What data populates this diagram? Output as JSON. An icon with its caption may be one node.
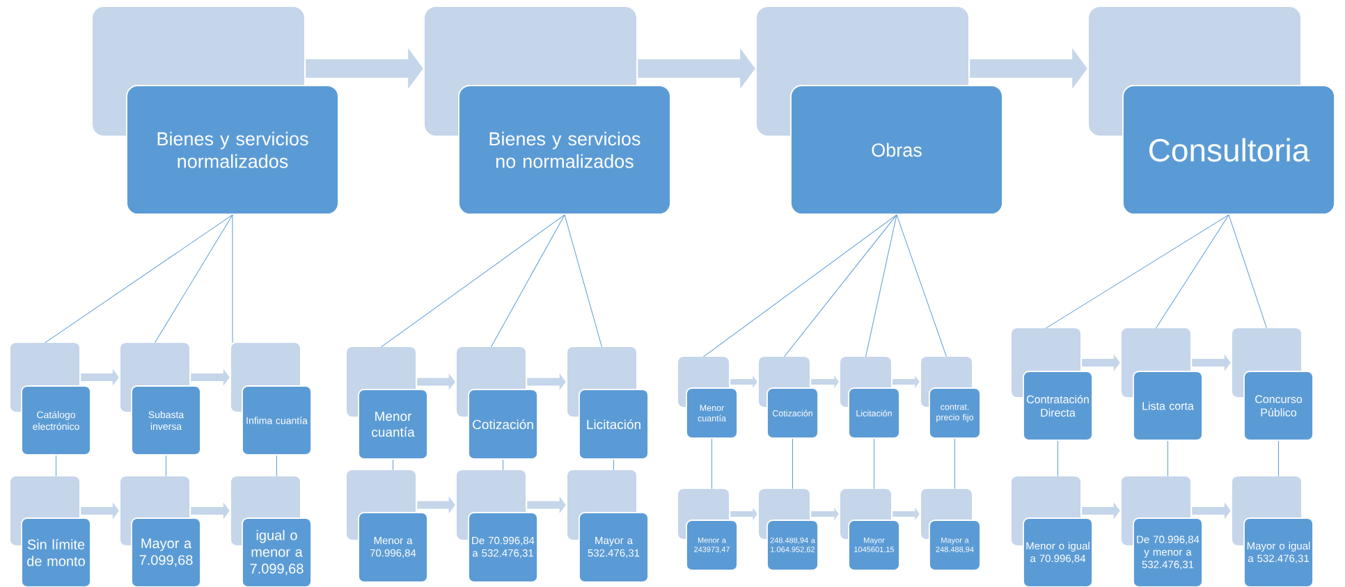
{
  "diagram": {
    "nodes": [
      {
        "text": [],
        "shape": "box"
      },
      {
        "text": [
          "Bienes y servicios normalizados"
        ]
      },
      {
        "text": [],
        "shape": "box"
      },
      {
        "text": [
          "Bienes y servicios no normalizados"
        ]
      },
      {
        "text": [],
        "shape": "box"
      },
      {
        "text": [
          "Obras"
        ]
      },
      {
        "text": [],
        "shape": "box"
      },
      {
        "text": [
          "Consultoria"
        ]
      },
      {
        "text": [],
        "shape": "box"
      },
      {
        "text": [
          "Catálogo electrónico"
        ]
      },
      {
        "text": [],
        "shape": "box"
      },
      {
        "text": [
          "Subasta inversa"
        ]
      },
      {
        "text": [],
        "shape": "box"
      },
      {
        "text": [
          "Infima cuantía"
        ]
      },
      {
        "text": [],
        "shape": "box"
      },
      {
        "text": [
          "Menor cuantía"
        ]
      },
      {
        "text": [],
        "shape": "box"
      },
      {
        "text": [
          "Cotización"
        ]
      },
      {
        "text": [],
        "shape": "box"
      },
      {
        "text": [
          "Licitación"
        ]
      },
      {
        "text": [],
        "shape": "box"
      },
      {
        "text": [
          "Menor cuantía"
        ]
      },
      {
        "text": [],
        "shape": "box"
      },
      {
        "text": [
          "Cotización"
        ]
      },
      {
        "text": [],
        "shape": "box"
      },
      {
        "text": [
          "Licitación"
        ]
      },
      {
        "text": [],
        "shape": "box"
      },
      {
        "text": [
          "contrat. precio fijo"
        ]
      },
      {
        "text": [],
        "shape": "box"
      },
      {
        "text": [
          "Contratación Directa"
        ]
      },
      {
        "text": [],
        "shape": "box"
      },
      {
        "text": [
          "Lista corta"
        ]
      },
      {
        "text": [],
        "shape": "box"
      },
      {
        "text": [
          "Concurso Público"
        ]
      },
      {
        "text": [],
        "shape": "box"
      },
      {
        "text": [
          "Sin límite de monto"
        ]
      },
      {
        "text": [],
        "shape": "box"
      },
      {
        "text": [
          "Mayor a 7.099,68"
        ]
      },
      {
        "text": [],
        "shape": "box"
      },
      {
        "text": [
          "igual o menor a 7.099,68"
        ]
      },
      {
        "text": [],
        "shape": "box"
      },
      {
        "text": [
          "Menor a 70.996,84"
        ]
      },
      {
        "text": [],
        "shape": "box"
      },
      {
        "text": [
          "De 70.996,84 a 532.476,31"
        ]
      },
      {
        "text": [],
        "shape": "box"
      },
      {
        "text": [
          "Mayor a 532.476,31"
        ]
      },
      {
        "text": [],
        "shape": "box"
      },
      {
        "text": [
          "Menor a 243973,47"
        ]
      },
      {
        "text": [],
        "shape": "box"
      },
      {
        "text": [
          "248.488,94 a 1.064.952,62"
        ]
      },
      {
        "text": [],
        "shape": "box"
      },
      {
        "text": [
          "Mayor 1045601,15"
        ]
      },
      {
        "text": [],
        "shape": "box"
      },
      {
        "text": [
          "Mayor a 248.488,94"
        ]
      },
      {
        "text": [],
        "shape": "box"
      },
      {
        "text": [
          "Menor o igual a 70.996,84"
        ]
      },
      {
        "text": [],
        "shape": "box"
      },
      {
        "text": [
          "De 70.996,84 y menor a 532.476,31"
        ]
      },
      {
        "text": [],
        "shape": "box"
      },
      {
        "text": [
          "Mayor o igual a 532.476,31"
        ]
      }
    ],
    "edges": [
      {
        "from": 0,
        "to": 2,
        "arrow": "to",
        "style": "thick",
        "color": "#c5d5ea"
      },
      {
        "from": 2,
        "to": 4,
        "arrow": "to",
        "style": "thick",
        "color": "#c5d5ea"
      },
      {
        "from": 4,
        "to": 6,
        "arrow": "to",
        "style": "thick",
        "color": "#c5d5ea"
      },
      {
        "from": 1,
        "to": 8,
        "arrow": "none"
      },
      {
        "from": 1,
        "to": 10,
        "arrow": "none"
      },
      {
        "from": 1,
        "to": 12,
        "arrow": "none"
      },
      {
        "from": 3,
        "to": 14,
        "arrow": "none"
      },
      {
        "from": 3,
        "to": 16,
        "arrow": "none"
      },
      {
        "from": 3,
        "to": 18,
        "arrow": "none"
      },
      {
        "from": 5,
        "to": 20,
        "arrow": "none"
      },
      {
        "from": 5,
        "to": 22,
        "arrow": "none"
      },
      {
        "from": 5,
        "to": 24,
        "arrow": "none"
      },
      {
        "from": 5,
        "to": 26,
        "arrow": "none"
      },
      {
        "from": 7,
        "to": 28,
        "arrow": "none"
      },
      {
        "from": 7,
        "to": 30,
        "arrow": "none"
      },
      {
        "from": 7,
        "to": 32,
        "arrow": "none"
      },
      {
        "from": 9,
        "to": 34,
        "arrow": "none"
      },
      {
        "from": 11,
        "to": 36,
        "arrow": "none"
      },
      {
        "from": 13,
        "to": 38,
        "arrow": "none"
      },
      {
        "from": 15,
        "to": 40,
        "arrow": "none"
      },
      {
        "from": 17,
        "to": 42,
        "arrow": "none"
      },
      {
        "from": 19,
        "to": 44,
        "arrow": "none"
      },
      {
        "from": 21,
        "to": 46,
        "arrow": "none"
      },
      {
        "from": 23,
        "to": 48,
        "arrow": "none"
      },
      {
        "from": 25,
        "to": 50,
        "arrow": "none"
      },
      {
        "from": 27,
        "to": 52,
        "arrow": "none"
      },
      {
        "from": 29,
        "to": 54,
        "arrow": "none"
      },
      {
        "from": 31,
        "to": 56,
        "arrow": "none"
      },
      {
        "from": 33,
        "to": 58,
        "arrow": "none"
      },
      {
        "from": 8,
        "to": 10,
        "arrow": "to",
        "style": "thick",
        "color": "#c5d5ea"
      },
      {
        "from": 10,
        "to": 12,
        "arrow": "to",
        "style": "thick",
        "color": "#c5d5ea"
      },
      {
        "from": 14,
        "to": 16,
        "arrow": "to",
        "style": "thick",
        "color": "#c5d5ea"
      },
      {
        "from": 16,
        "to": 18,
        "arrow": "to",
        "style": "thick",
        "color": "#c5d5ea"
      },
      {
        "from": 20,
        "to": 22,
        "arrow": "to",
        "style": "thick",
        "color": "#c5d5ea"
      },
      {
        "from": 22,
        "to": 24,
        "arrow": "to",
        "style": "thick",
        "color": "#c5d5ea"
      },
      {
        "from": 24,
        "to": 26,
        "arrow": "to",
        "style": "thick",
        "color": "#c5d5ea"
      },
      {
        "from": 28,
        "to": 30,
        "arrow": "to",
        "style": "thick",
        "color": "#c5d5ea"
      },
      {
        "from": 30,
        "to": 32,
        "arrow": "to",
        "style": "thick",
        "color": "#c5d5ea"
      },
      {
        "from": 34,
        "to": 36,
        "arrow": "to",
        "style": "thick",
        "color": "#c5d5ea"
      },
      {
        "from": 36,
        "to": 38,
        "arrow": "to",
        "style": "thick",
        "color": "#c5d5ea"
      },
      {
        "from": 40,
        "to": 42,
        "arrow": "to",
        "style": "thick",
        "color": "#c5d5ea"
      },
      {
        "from": 42,
        "to": 44,
        "arrow": "to",
        "style": "thick",
        "color": "#c5d5ea"
      },
      {
        "from": 46,
        "to": 48,
        "arrow": "to",
        "style": "thick",
        "color": "#c5d5ea"
      },
      {
        "from": 48,
        "to": 50,
        "arrow": "to",
        "style": "thick",
        "color": "#c5d5ea"
      },
      {
        "from": 50,
        "to": 52,
        "arrow": "to",
        "style": "thick",
        "color": "#c5d5ea"
      },
      {
        "from": 54,
        "to": 56,
        "arrow": "to",
        "style": "thick",
        "color": "#c5d5ea"
      },
      {
        "from": 56,
        "to": 58,
        "arrow": "to",
        "style": "thick",
        "color": "#c5d5ea"
      }
    ]
  }
}
